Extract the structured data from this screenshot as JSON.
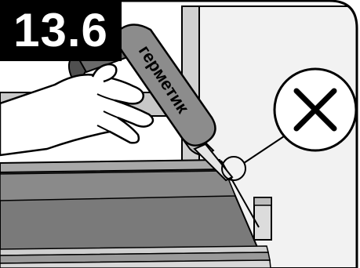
{
  "step": {
    "number": "13.6"
  },
  "tube": {
    "label": "герметик"
  },
  "callout": {
    "symbol": "cross-icon",
    "meaning": "incorrect"
  },
  "colors": {
    "outline": "#000000",
    "frame_gray": "#c8c8c8",
    "wall_light": "#eeeeee",
    "floor_gray": "#808080",
    "floor_dark": "#606060",
    "tube_gray": "#8c8c8c",
    "skin": "#ffffff",
    "badge_bg": "#000000",
    "badge_text": "#ffffff"
  }
}
